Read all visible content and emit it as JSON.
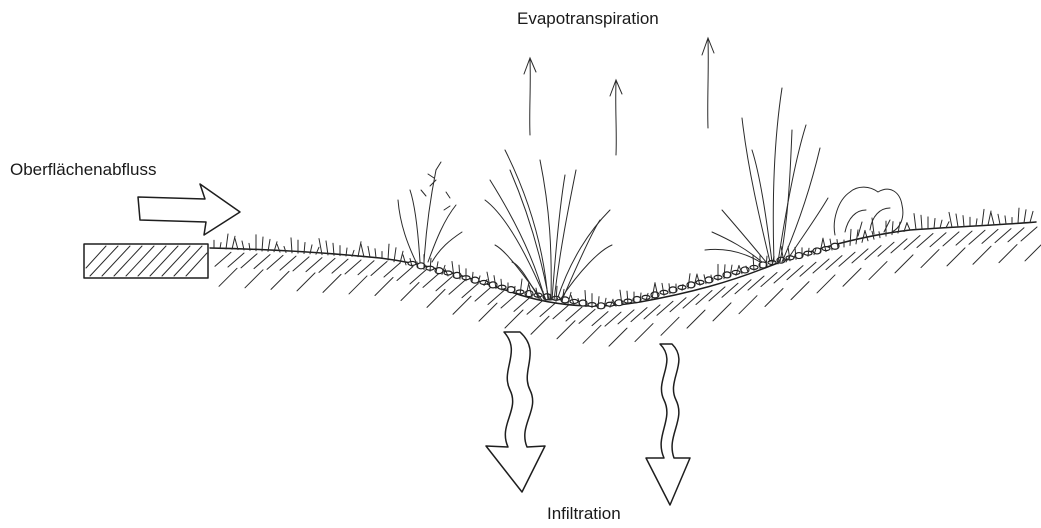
{
  "labels": {
    "evapotranspiration": "Evapotranspiration",
    "surface_runoff": "Oberflächenabfluss",
    "infiltration": "Infiltration"
  },
  "style": {
    "ink_color": "#1e1e1e",
    "background": "#ffffff"
  }
}
